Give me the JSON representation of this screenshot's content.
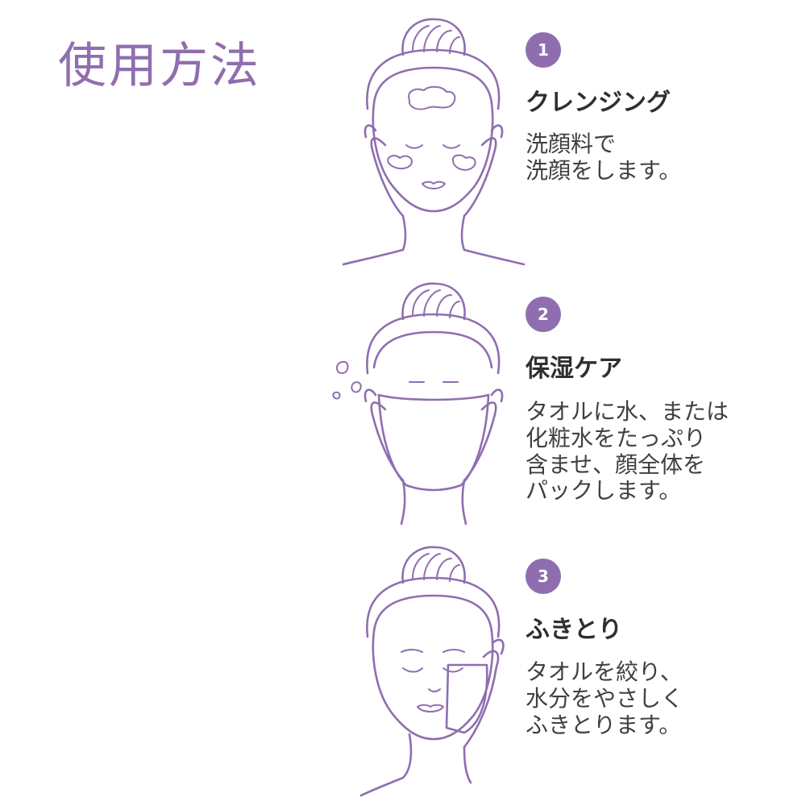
{
  "title": "使用方法",
  "colors": {
    "accent": "#8f6eb0",
    "line": "#8f6eb0",
    "text": "#404040",
    "heading": "#2f2f2f"
  },
  "steps": [
    {
      "number": "1",
      "title": "クレンジング",
      "description": [
        "洗顔料で",
        "洗顔をします。"
      ],
      "illustration": "face-cleansing-icon"
    },
    {
      "number": "2",
      "title": "保湿ケア",
      "description": [
        "タオルに水、または",
        "化粧水をたっぷり",
        "含ませ、顔全体を",
        "パックします。"
      ],
      "illustration": "face-towel-pack-icon"
    },
    {
      "number": "3",
      "title": "ふきとり",
      "description": [
        "タオルを絞り、",
        "水分をやさしく",
        "ふきとります。"
      ],
      "illustration": "face-wiping-icon"
    }
  ]
}
